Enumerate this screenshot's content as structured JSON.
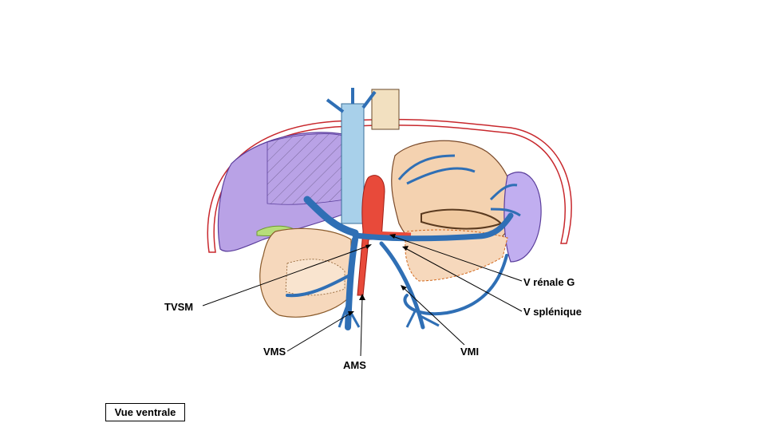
{
  "labels": {
    "v_renale_g": "V rénale G",
    "v_splenique": "V splénique",
    "vmi": "VMI",
    "tvsm": "TVSM",
    "vms": "VMS",
    "ams": "AMS"
  },
  "view_label": "Vue ventrale",
  "colors": {
    "vein": "#2f6fb5",
    "artery": "#e2231a",
    "liver": "#9b7fd1",
    "spleen": "#a58be0",
    "diaphragm": "#c8282d",
    "stomach": "#e8b98a",
    "pancreas": "#f2c8a3",
    "ivc": "#a8d0ea",
    "gallbladder": "#9ccc5a"
  }
}
